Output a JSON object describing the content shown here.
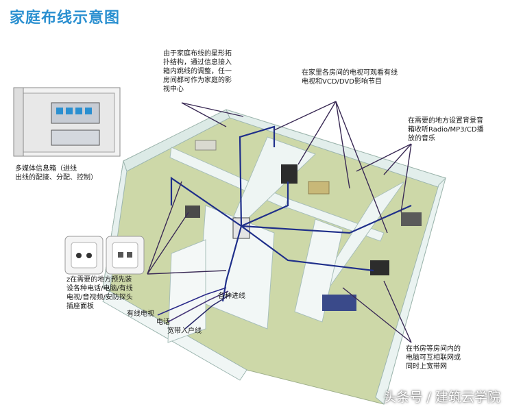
{
  "title": "家庭布线示意图",
  "notes": {
    "star_topology": "由于家庭布线的星形拓\n扑结构，通过信息接入\n箱内跳线的调整，任一\n房间都可作为家庭的影\n视中心",
    "tv_vcd": "在家里各房间的电视可观看有线\n电视和VCD/DVD影响节目",
    "background_music": "在需要的地方设置背景音\n箱收听Radio/MP3/CD播\n放的音乐",
    "info_box": "多媒体信息箱（进线\n出线的配接、分配、控制）",
    "sockets": "z在需要的地方预先装\n设各种电话/电脑/有线\n电视/音视频/安防探头\n插座面板",
    "study_network": "在书房等房间内的\n电脑可互相联网或\n同时上宽带网"
  },
  "labels": {
    "incoming_lines": "各种进线",
    "cable_tv": "有线电视",
    "phone": "电话",
    "broadband": "宽带入户线"
  },
  "watermark": "头条号 / 建筑云学院",
  "colors": {
    "title": "#2a8fd0",
    "wall": "#e8f2ef",
    "floor": "#cdd8a8",
    "wiring": "#1f2f8a",
    "leader": "#3a2a55"
  }
}
